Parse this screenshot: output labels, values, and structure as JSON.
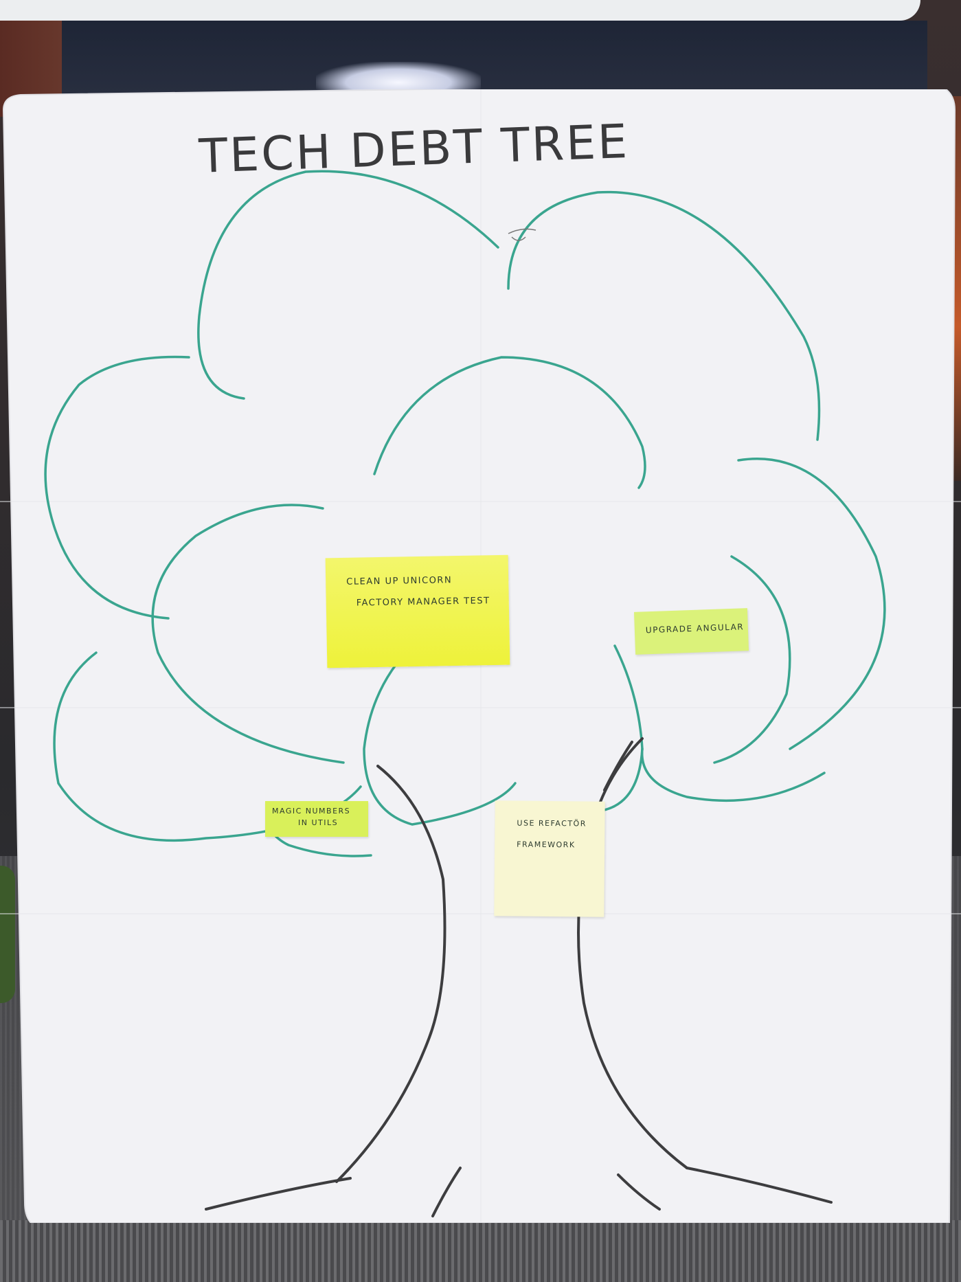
{
  "poster": {
    "title": "TECH DEBT TREE"
  },
  "notes": {
    "clean": {
      "line1": "CLEAN UP UNICORN",
      "line2": "FACTORY MANAGER TEST",
      "color": "#eef23a"
    },
    "upgrade": {
      "line1": "UPGRADE ANGULAR",
      "color": "#dbf27a"
    },
    "magic": {
      "line1": "MAGIC NUMBERS",
      "line2": "IN UTILS",
      "color": "#d9f05a"
    },
    "refactor": {
      "line1": "USE REFACTÖR",
      "line2": "FRAMEWORK",
      "color": "#f8f6d2"
    }
  },
  "colors": {
    "canopy": "#3aa58f",
    "trunk": "#3d3d3f",
    "paper": "#f2f2f5"
  }
}
